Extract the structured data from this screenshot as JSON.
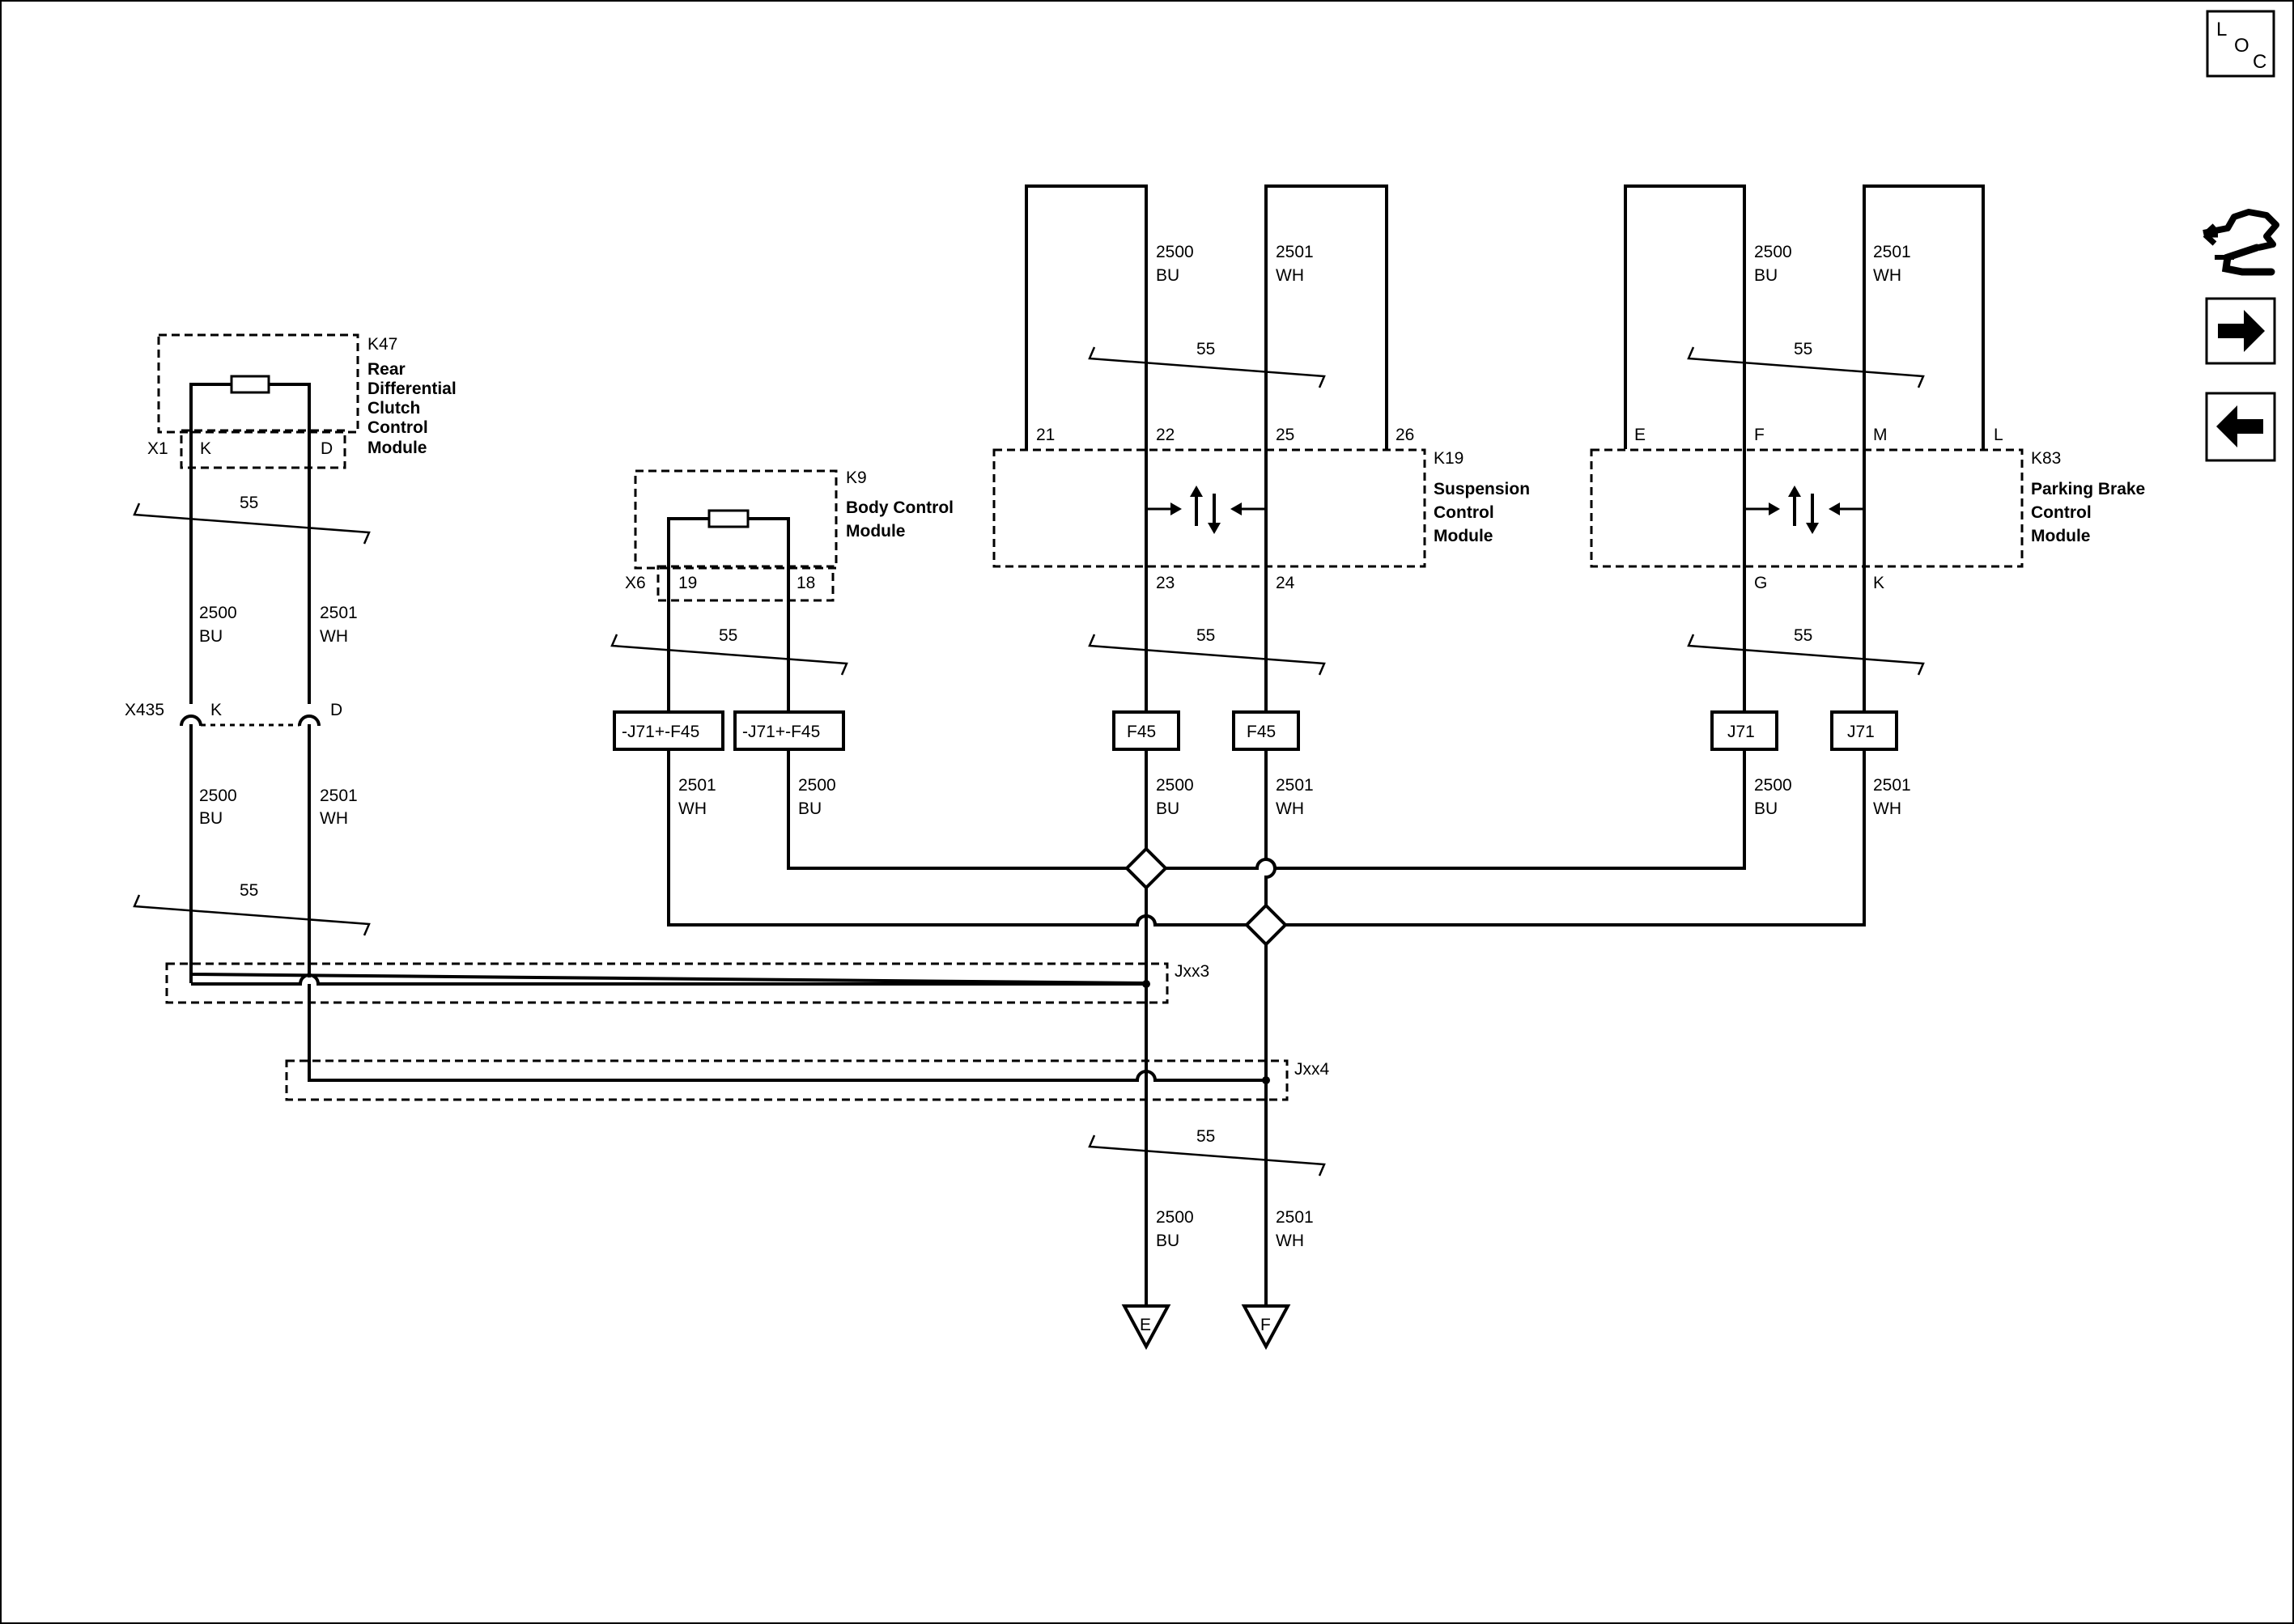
{
  "nav": {
    "loc_l": "L",
    "loc_o": "O",
    "loc_c": "C",
    "connector_icon": "connector-end-view-icon",
    "next_icon": "arrow-right-icon",
    "prev_icon": "arrow-left-icon"
  },
  "modules": {
    "k47": {
      "id": "K47",
      "name": [
        "Rear",
        "Differential",
        "Clutch",
        "Control",
        "Module"
      ],
      "conn": "X1",
      "pin_a": "K",
      "pin_b": "D"
    },
    "k9": {
      "id": "K9",
      "name": [
        "Body Control",
        "Module"
      ],
      "conn": "X6",
      "pin_a": "19",
      "pin_b": "18"
    },
    "k19": {
      "id": "K19",
      "name": [
        "Suspension",
        "Control",
        "Module"
      ],
      "top_pins": [
        "21",
        "22",
        "25",
        "26"
      ],
      "bottom_pins": [
        "23",
        "24"
      ]
    },
    "k83": {
      "id": "K83",
      "name": [
        "Parking Brake",
        "Control",
        "Module"
      ],
      "top_pins": [
        "E",
        "F",
        "M",
        "L"
      ],
      "bottom_pins": [
        "G",
        "K"
      ]
    }
  },
  "inline": {
    "id": "X435",
    "pin_a": "K",
    "pin_b": "D"
  },
  "splices": {
    "jxx3": "Jxx3",
    "jxx4": "Jxx4"
  },
  "twist": "55",
  "wires": {
    "bu": {
      "num": "2500",
      "color": "BU"
    },
    "wh": {
      "num": "2501",
      "color": "WH"
    }
  },
  "options": {
    "k9_left": "-J71+-F45",
    "k9_right": "-J71+-F45",
    "k19_left": "F45",
    "k19_right": "F45",
    "k83_left": "J71",
    "k83_right": "J71"
  },
  "offpage": {
    "e": "E",
    "f": "F"
  }
}
